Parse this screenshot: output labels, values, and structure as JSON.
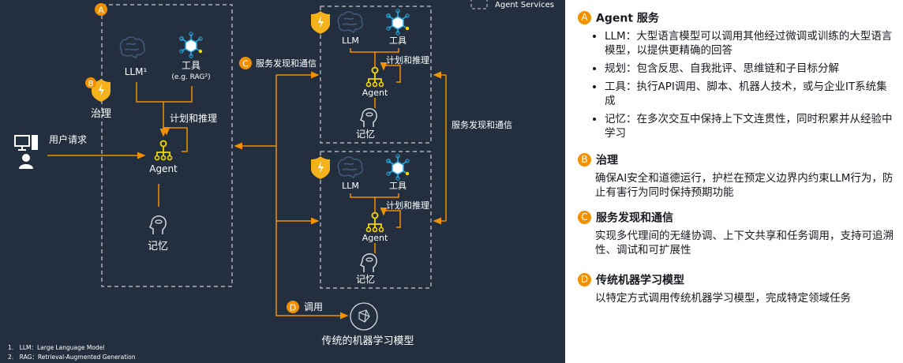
{
  "colors": {
    "background": "#232f3e",
    "accent": "#f29100",
    "agent_icon": "#f5d800",
    "tool_icon": "#2aa8e0",
    "brain": "#3f5a7a",
    "panel": "#ffffff"
  },
  "legend": {
    "label": "Agent Services"
  },
  "diagram": {
    "badges": {
      "a": "A",
      "b": "B",
      "c": "C",
      "d": "D"
    },
    "main_agent": {
      "llm": "LLM¹",
      "tool": "工具",
      "tool_sub": "(e.g. RAG²)",
      "governance": "治理",
      "planning": "计划和推理",
      "agent": "Agent",
      "memory": "记忆"
    },
    "user_request": "用户请求",
    "service_discovery_left": "服务发现和通信",
    "service_discovery_right": "服务发现和通信",
    "sub_agents": [
      {
        "llm": "LLM",
        "tool": "工具",
        "planning": "计划和推理",
        "agent": "Agent",
        "memory": "记忆"
      },
      {
        "llm": "LLM",
        "tool": "工具",
        "planning": "计划和推理",
        "agent": "Agent",
        "memory": "记忆"
      }
    ],
    "invoke": "调用",
    "ml_model": "传统的机器学习模型"
  },
  "footnotes": [
    "1.　LLM：Large Language Model",
    "2.　RAG：Retrieval-Augmented Generation"
  ],
  "panel": {
    "sections": [
      {
        "badge": "A",
        "title": "Agent 服务",
        "bullets": [
          "LLM：大型语言模型可以调用其他经过微调或训练的大型语言模型，以提供更精确的回答",
          "规划：包含反思、自我批评、思维链和子目标分解",
          "工具：执行API调用、脚本、机器人技术，或与企业IT系统集成",
          "记忆：在多次交互中保持上下文连贯性，同时积累并从经验中学习"
        ]
      },
      {
        "badge": "B",
        "title": "治理",
        "body": "确保AI安全和道德运行，护栏在预定义边界内约束LLM行为，防止有害行为同时保持预期功能"
      },
      {
        "badge": "C",
        "title": "服务发现和通信",
        "body": "实现多代理间的无缝协调、上下文共享和任务调用，支持可追溯性、调试和可扩展性"
      },
      {
        "badge": "D",
        "title": "传统机器学习模型",
        "body": "以特定方式调用传统机器学习模型，完成特定领域任务"
      }
    ]
  }
}
